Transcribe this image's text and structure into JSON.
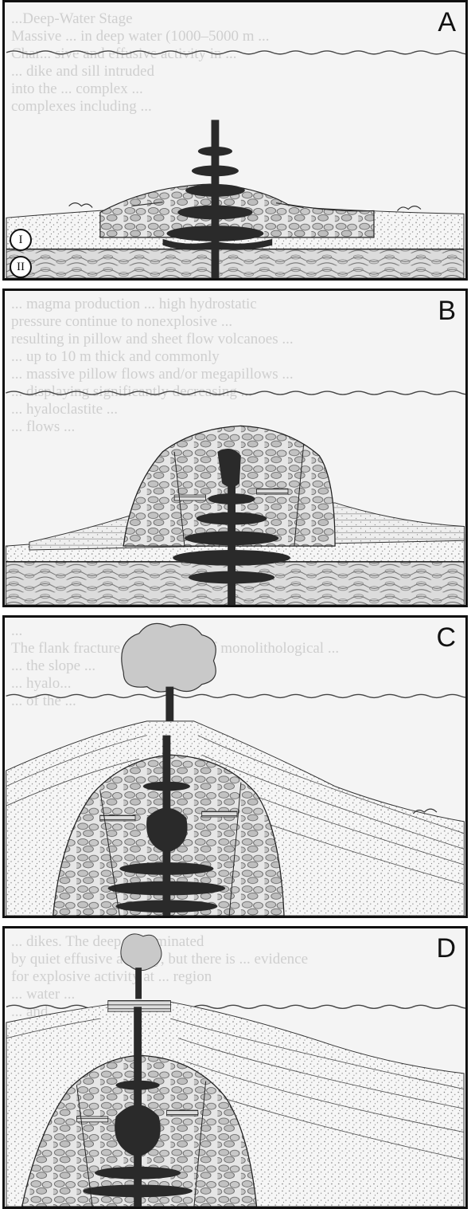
{
  "panels": [
    {
      "label": "A",
      "bg_text": "...Deep-Water Stage\nMassive ... in deep water (1000–5000 m ...\nChar... sive and effusive activity in ...\n... dike and sill intruded\ninto the ... complex ...\ncomplexes including ..."
    },
    {
      "label": "B",
      "bg_text": "... magma production ... high hydrostatic\npressure continue to nonexplosive ...\nresulting in pillow and sheet flow volcanoes ...\n... up to 10 m thick and commonly\n... massive pillow flows and/or megapillows ...\n... displaying significantly decreasing ...\n... hyaloclastite ...\n... flows ..."
    },
    {
      "label": "C",
      "bg_text": "...\nThe flank fracture ... consisting of monolithological ...\n... the slope ...\n... hyalo...\n... of the ..."
    },
    {
      "label": "D",
      "bg_text": "... dikes. The deep ... dominated\nby quiet effusive activity, but there is ... evidence\nfor explosive activity at ... region\n... water ...\n... and ..."
    }
  ],
  "unit_labels": [
    "I",
    "II"
  ],
  "colors": {
    "magma": "#2a2a2a",
    "outline": "#111111",
    "background": "#f4f4f4",
    "sea_line": "#444444"
  }
}
